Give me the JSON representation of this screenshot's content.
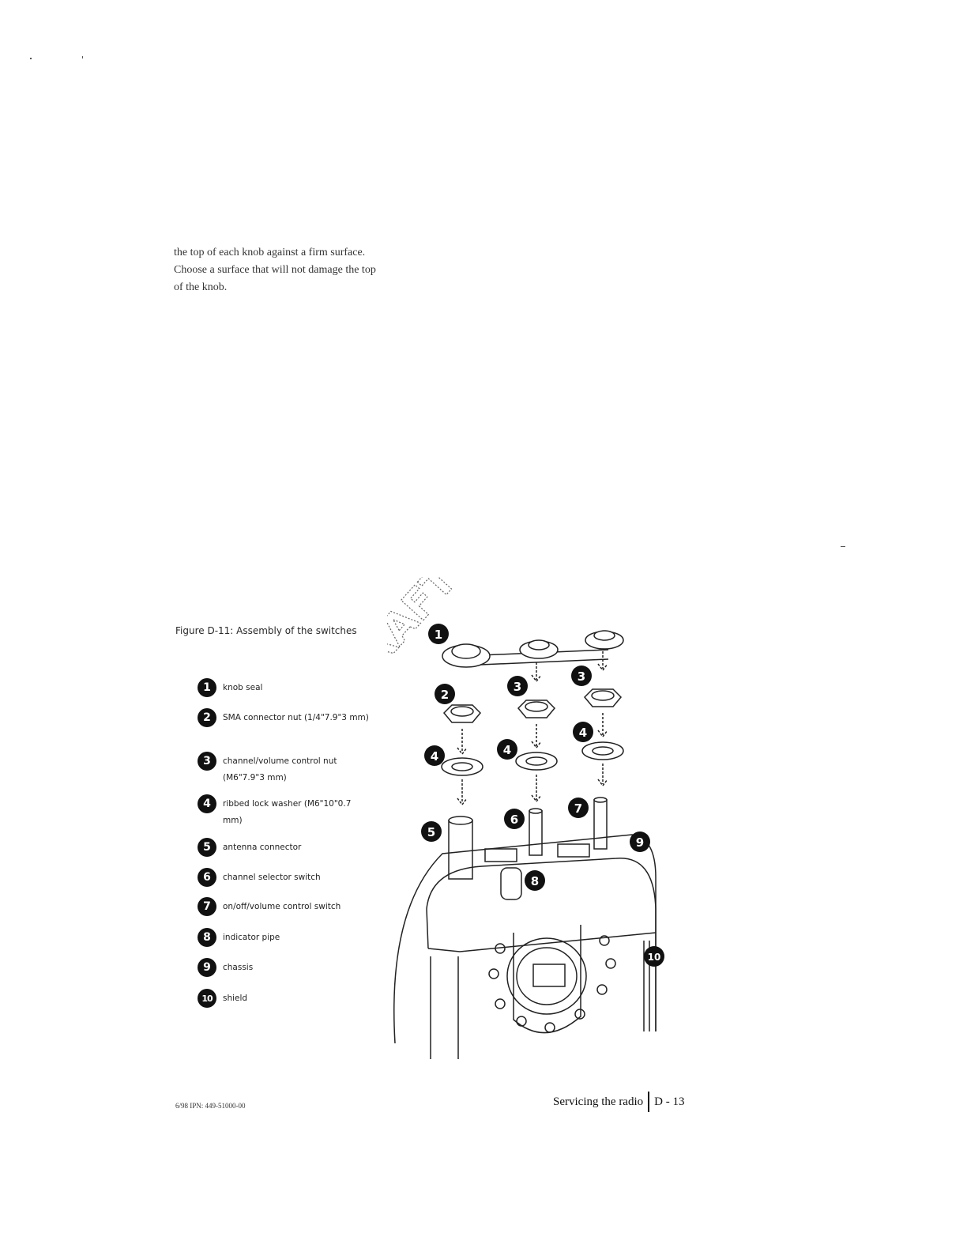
{
  "paragraph": {
    "lines": [
      "the top of each knob against a firm surface.",
      "Choose a surface that will not damage the top",
      "of the knob."
    ]
  },
  "figure": {
    "caption": "Figure D-11: Assembly of the switches",
    "watermark": "DRAFT",
    "legend": [
      {
        "number": "1",
        "text": "knob seal"
      },
      {
        "number": "2",
        "text": "SMA connector nut (1/4\"7.9\"3 mm)"
      },
      {
        "number": "3",
        "text": "channel/volume control nut (M6\"7.9\"3 mm)"
      },
      {
        "number": "4",
        "text": "ribbed lock washer (M6\"10\"0.7 mm)"
      },
      {
        "number": "5",
        "text": "antenna connector"
      },
      {
        "number": "6",
        "text": "channel selector switch"
      },
      {
        "number": "7",
        "text": "on/off/volume control switch"
      },
      {
        "number": "8",
        "text": "indicator pipe"
      },
      {
        "number": "9",
        "text": "chassis"
      },
      {
        "number": "10",
        "text": "shield"
      }
    ],
    "callouts": [
      "1",
      "2",
      "3",
      "3",
      "4",
      "4",
      "4",
      "5",
      "6",
      "7",
      "8",
      "9",
      "10"
    ]
  },
  "footer": {
    "left": "6/98 IPN: 449-51000-00",
    "section": "Servicing the radio",
    "page": "D - 13"
  }
}
